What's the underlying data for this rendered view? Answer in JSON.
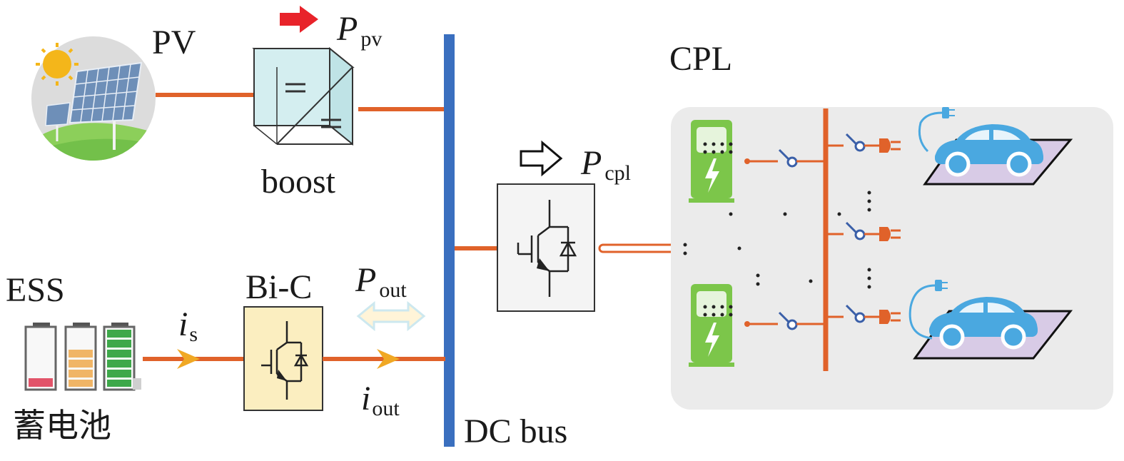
{
  "labels": {
    "pv": "PV",
    "boost": "boost",
    "ess": "ESS",
    "battery_cn": "蓄电池",
    "bic": "Bi-C",
    "cpl": "CPL",
    "dc_bus": "DC bus"
  },
  "symbols": {
    "p_pv_main": "P",
    "p_pv_sub": "pv",
    "p_cpl_main": "P",
    "p_cpl_sub": "cpl",
    "p_out_main": "P",
    "p_out_sub": "out",
    "i_s_main": "i",
    "i_s_sub": "s",
    "i_out_main": "i",
    "i_out_sub": "out"
  },
  "colors": {
    "line": "#e0622a",
    "bus": "#3a6fbf",
    "red_arrow": "#e8232a",
    "current_arrow": "#f0a824",
    "charger": "#7cc64a",
    "car": "#4aa8e0",
    "pad": "#d8cbe6",
    "cpl_bg": "#ebebeb",
    "boost_fill": "#d4eef0",
    "bic_fill": "#fbeec0",
    "inv_fill": "#f4f4f4"
  },
  "icons": [
    "pv-panel-icon",
    "battery-icon",
    "charger-icon",
    "electric-car-icon",
    "plug-icon",
    "switch-icon",
    "igbt-icon"
  ]
}
